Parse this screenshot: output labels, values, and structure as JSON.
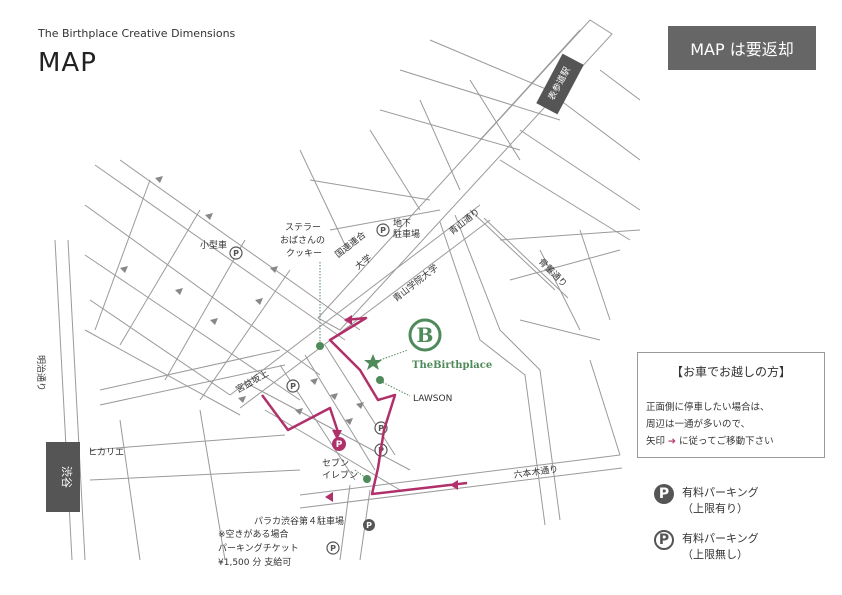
{
  "header": {
    "subtitle": "The Birthplace Creative Dimensions",
    "title": "MAP",
    "badge": "MAP は要返却"
  },
  "map_labels": {
    "omotesando": "表参道駅",
    "shibuya": "渋谷",
    "hikarie": "ヒカリエ",
    "meiji_dori": "明治通り",
    "aoyama_dori": "青山通り",
    "kottodori": "骨董通り",
    "roppongi_dori": "六本木通り",
    "miyamasuzaka": "宮益坂上",
    "aogaku": "青山学院大学",
    "kokuren_1": "国連連合",
    "kokuren_2": "大学",
    "chika_1": "地下",
    "chika_2": "駐車場",
    "kogata": "小型車",
    "stellar_1": "ステラー",
    "stellar_2": "おばさんの",
    "stellar_3": "クッキー",
    "lawson": "LAWSON",
    "seven_1": "セブン",
    "seven_2": "イレブン",
    "birthplace": "TheBirthplace",
    "parking_1": "パラカ渋谷第４駐車場",
    "parking_2": "※空きがある場合",
    "parking_3": "パーキングチケット",
    "parking_4": "¥1,500 分 支給可",
    "p": "P"
  },
  "info_box": {
    "title": "【お車でお越しの方】",
    "line1": "正面側に停車したい場合は、",
    "line2": "周辺は一通が多いので、",
    "line3_a": "矢印",
    "line3_b": "に従ってご移動下さい"
  },
  "legend": {
    "paid_limited_1": "有料パーキング",
    "paid_limited_2": "（上限有り）",
    "paid_unlimited_1": "有料パーキング",
    "paid_unlimited_2": "（上限無し）",
    "p": "P"
  },
  "colors": {
    "route": "#b0306a",
    "brand_green": "#4f8a5a",
    "road_stroke": "#9a9a9a",
    "badge_bg": "#666666"
  }
}
